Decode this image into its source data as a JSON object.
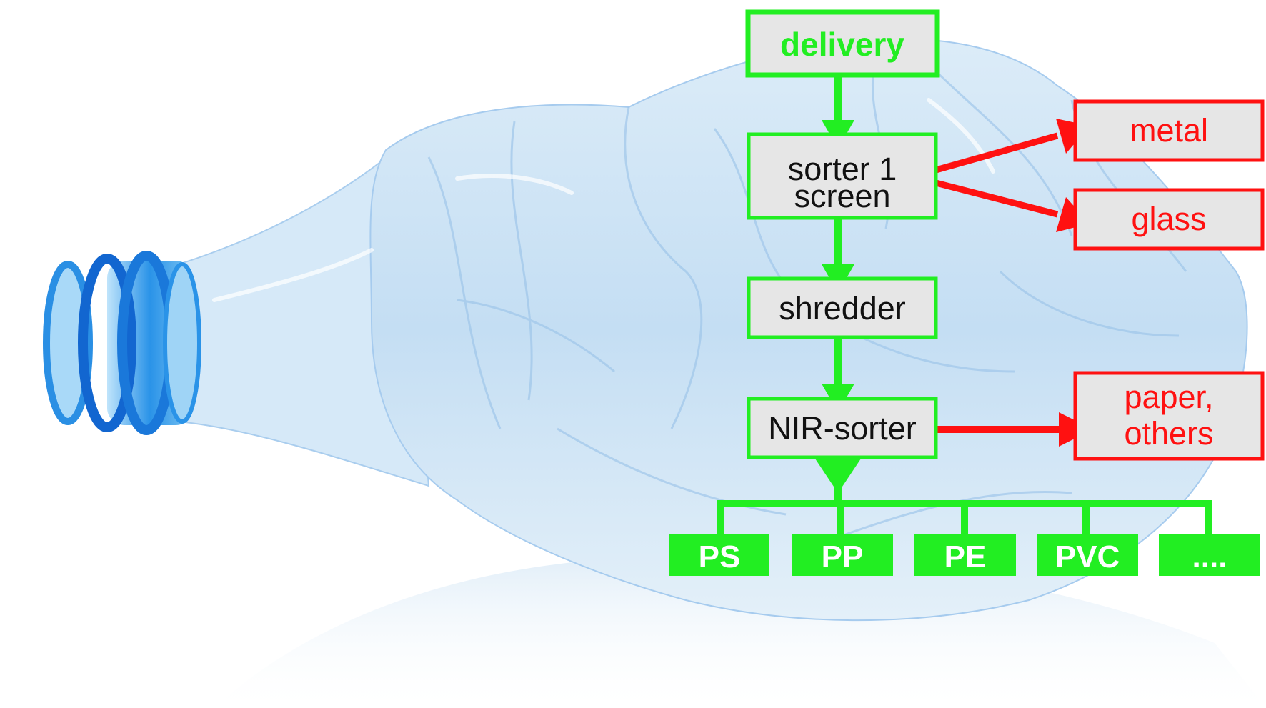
{
  "colors": {
    "process_green": "#22ee22",
    "box_fill": "#e6e6e6",
    "reject_red": "#ff1111",
    "text_dark": "#111111",
    "product_text": "#ffffff",
    "bottle_blue": "#1e8fe6",
    "bottle_light": "#cfe6f7"
  },
  "illustration": {
    "icon": "crushed-plastic-bottle"
  },
  "flow": {
    "delivery": "delivery",
    "sorter_line1": "sorter 1",
    "sorter_line2": "screen",
    "shredder": "shredder",
    "nir_sorter": "NIR-sorter"
  },
  "rejects": {
    "metal": "metal",
    "glass": "glass",
    "paper_line1": "paper,",
    "paper_line2": "others"
  },
  "products": [
    "PS",
    "PP",
    "PE",
    "PVC",
    "...."
  ]
}
